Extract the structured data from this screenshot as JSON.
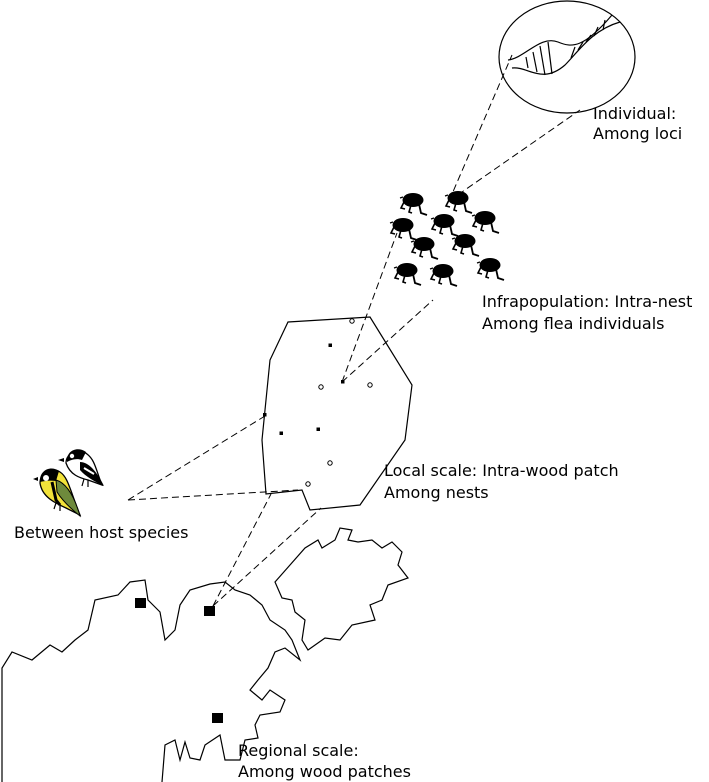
{
  "levels": {
    "individual": {
      "line1": "Individual:",
      "line2": "Among loci"
    },
    "infrapopulation": {
      "line1": "Infrapopulation: Intra-nest",
      "line2": "Among flea individuals"
    },
    "local": {
      "line1": "Local scale: Intra-wood patch",
      "line2": "Among nests"
    },
    "host": {
      "line1": "Between host species"
    },
    "regional": {
      "line1": "Regional scale:",
      "line2": "Among wood patches"
    }
  },
  "icons": {
    "dna": "dna-helix-icon",
    "flea": "flea-icon",
    "great_tit": "great-tit-icon",
    "flycatcher": "flycatcher-icon"
  },
  "colors": {
    "line": "#000000",
    "great_tit_belly": "#f2e23a",
    "great_tit_wing": "#6e8a3c",
    "background": "#ffffff"
  }
}
